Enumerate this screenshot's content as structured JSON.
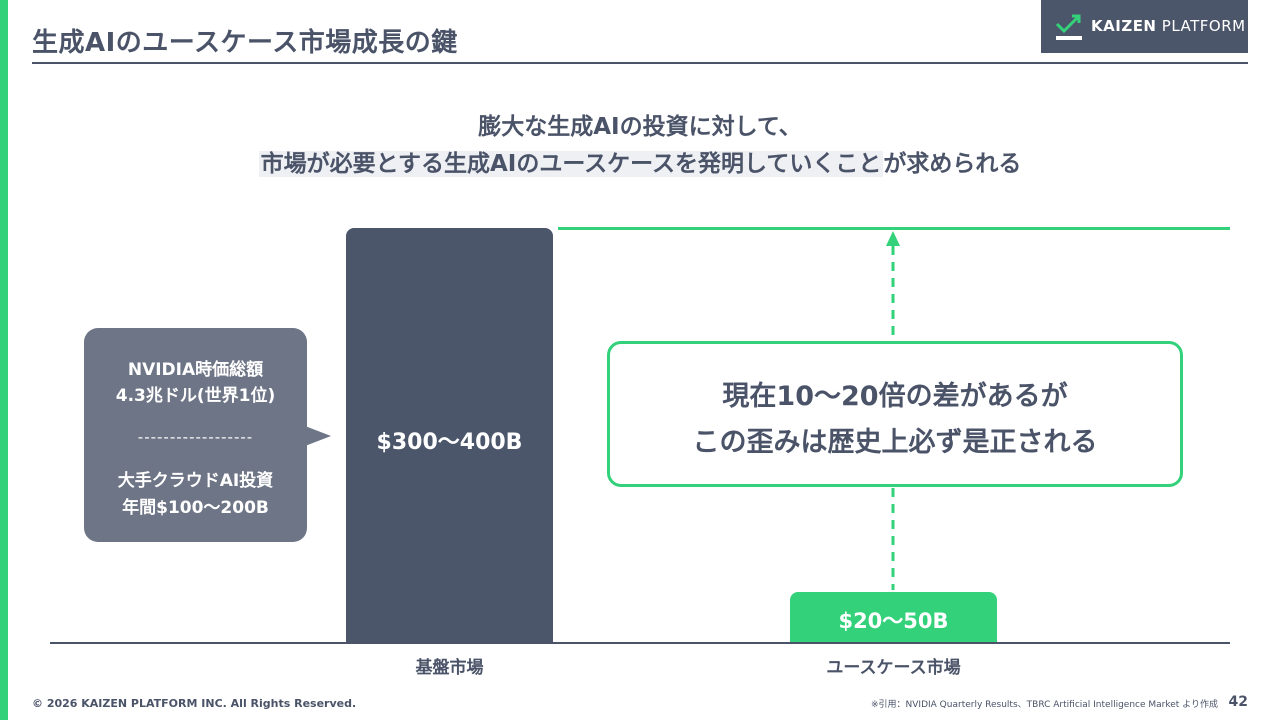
{
  "header": {
    "title": "生成AIのユースケース市場成長の鍵",
    "logo_text_bold": "KAIZEN",
    "logo_text_light": "PLATFORM"
  },
  "headline": {
    "line1": "膨大な生成AIの投資に対して、",
    "line2_highlight": "市場が必要とする生成AIのユースケースを発明していくこと",
    "line2_rest": "が求められる"
  },
  "chart": {
    "base_market_value": "$300〜400B",
    "base_market_label": "基盤市場",
    "usecase_market_value": "$20〜50B",
    "usecase_market_label": "ユースケース市場"
  },
  "callout": {
    "line1": "NVIDIA時価総額",
    "line2": "4.3兆ドル(世界1位)",
    "separator": "------------------",
    "line3": "大手クラウドAI投資",
    "line4": "年間$100〜200B"
  },
  "gap_message": {
    "line1": "現在10〜20倍の差があるが",
    "line2": "この歪みは歴史上必ず是正される"
  },
  "footer": {
    "copyright": "© 2026 KAIZEN PLATFORM INC. All Rights Reserved.",
    "source": "※引用：NVIDIA Quarterly Results、TBRC Artificial Intelligence Market より作成",
    "page_number": "42"
  },
  "colors": {
    "accent_green": "#33d17a",
    "navy": "#4c566b",
    "callout_gray": "#6e7586",
    "text": "#4a5368"
  }
}
